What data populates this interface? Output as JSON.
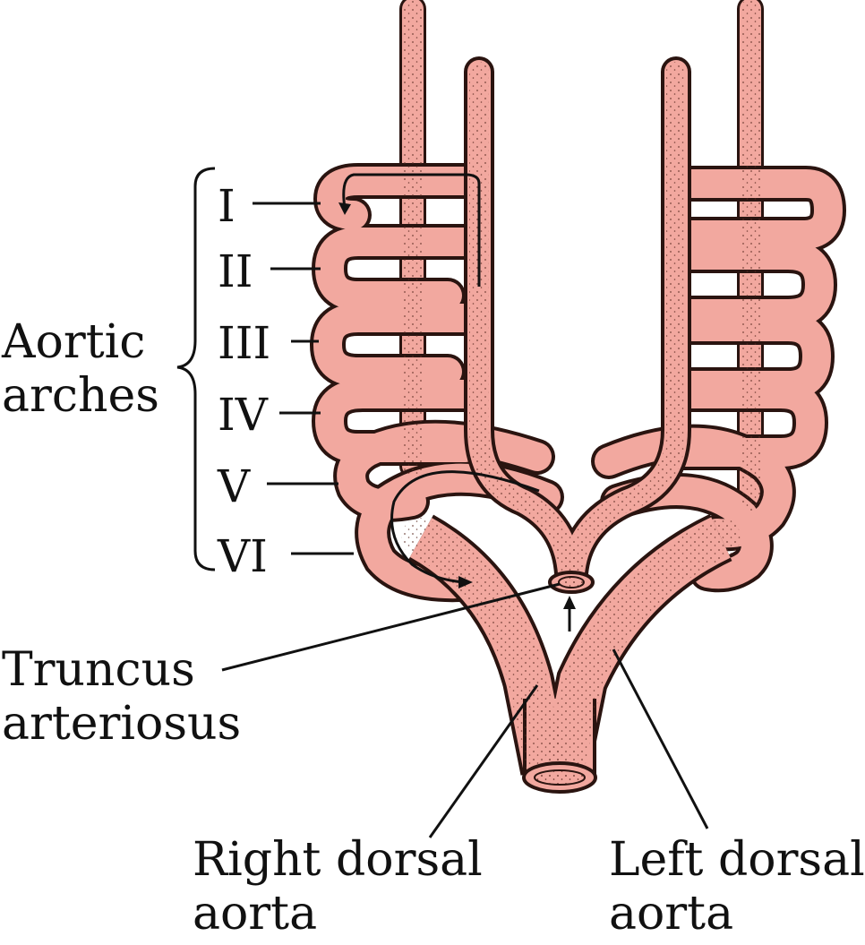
{
  "colors": {
    "vessel_fill": "#f2a89f",
    "vessel_stroke": "#2a1410",
    "label": "#111111",
    "leader": "#111111"
  },
  "labels": {
    "group": {
      "line1": "Aortic",
      "line2": "arches"
    },
    "arches": [
      "I",
      "II",
      "III",
      "IV",
      "V",
      "VI"
    ],
    "truncus": {
      "line1": "Truncus",
      "line2": "arteriosus"
    },
    "right_dorsal": {
      "line1": "Right dorsal",
      "line2": "aorta"
    },
    "left_dorsal": {
      "line1": "Left dorsal",
      "line2": "aorta"
    }
  }
}
